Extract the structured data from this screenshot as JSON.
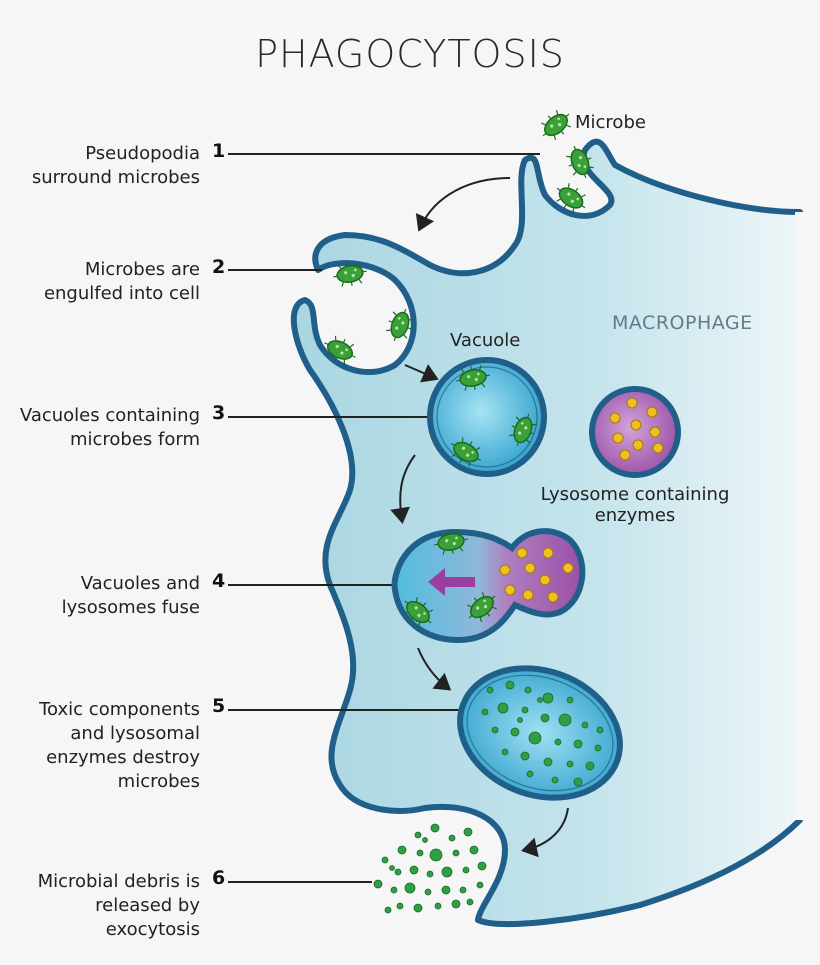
{
  "title": "PHAGOCYTOSIS",
  "labels": {
    "microbe": "Microbe",
    "vacuole": "Vacuole",
    "macrophage": "MACROPHAGE",
    "lysosome_line1": "Lysosome containing",
    "lysosome_line2": "enzymes"
  },
  "steps": [
    {
      "num": "1",
      "lines": [
        "Pseudopodia",
        "surround microbes"
      ]
    },
    {
      "num": "2",
      "lines": [
        "Microbes are",
        "engulfed into cell"
      ]
    },
    {
      "num": "3",
      "lines": [
        "Vacuoles containing",
        "microbes form"
      ]
    },
    {
      "num": "4",
      "lines": [
        "Vacuoles and",
        "lysosomes fuse"
      ]
    },
    {
      "num": "5",
      "lines": [
        "Toxic components",
        "and lysosomal",
        "enzymes destroy",
        "microbes"
      ]
    },
    {
      "num": "6",
      "lines": [
        "Microbial debris is",
        "released by",
        "exocytosis"
      ]
    }
  ],
  "colors": {
    "membrane": "#1f5f8a",
    "cytoplasm": "#b9dde6",
    "vacuole": "#4fb7d8",
    "lysosome": "#9a4fa6",
    "microbe": "#3aa03a",
    "enzyme": "#f0c020"
  }
}
